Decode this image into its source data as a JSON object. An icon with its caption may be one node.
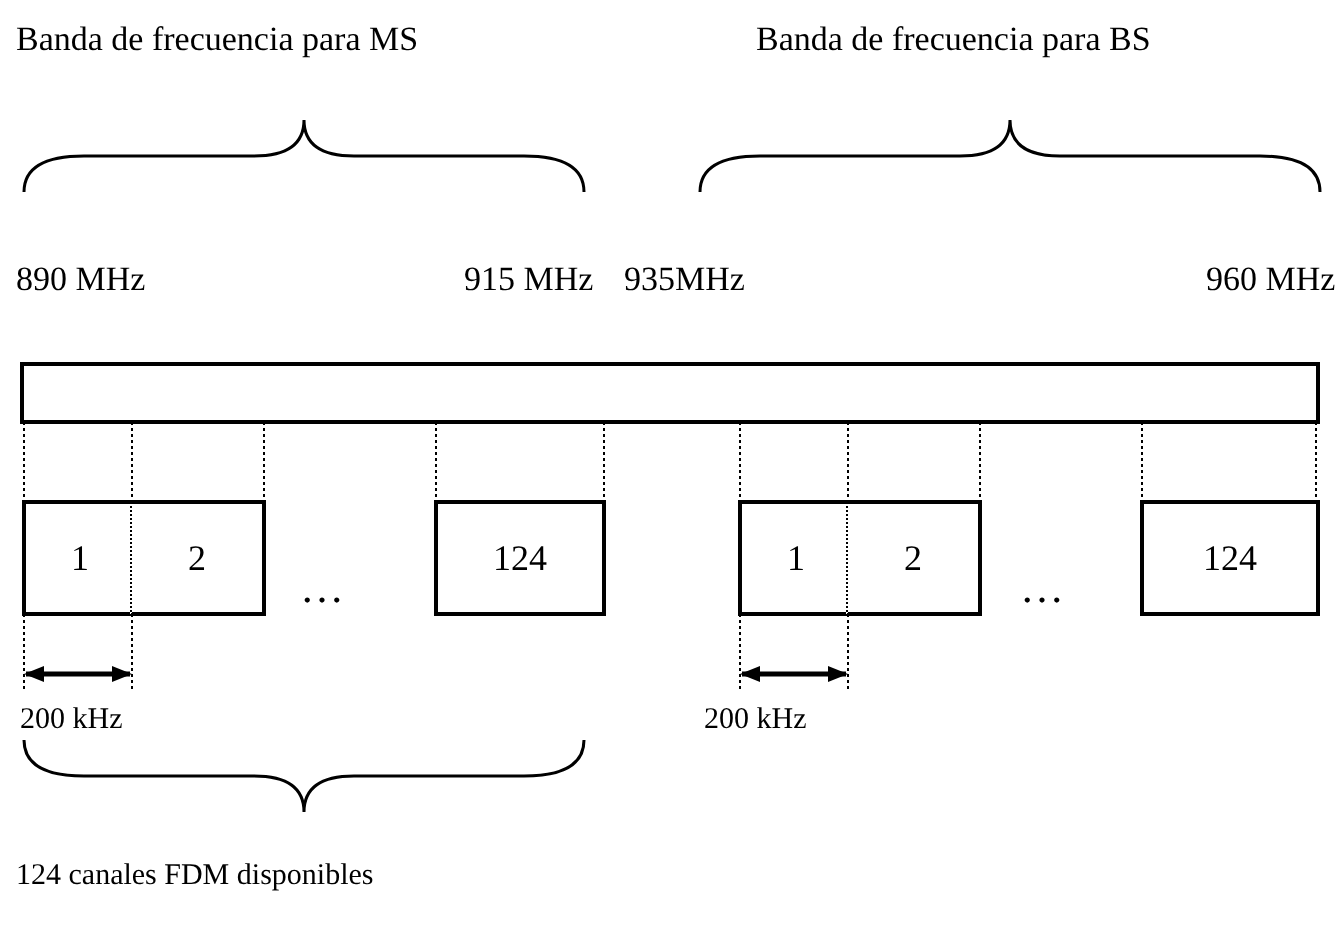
{
  "diagram": {
    "nodes": [
      {
        "text": [],
        "shape": "bar"
      },
      {
        "text": [
          "1"
        ]
      },
      {
        "text": [
          "2"
        ]
      },
      {
        "text": [
          "124"
        ]
      },
      {
        "text": [
          "1"
        ]
      },
      {
        "text": [
          "2"
        ]
      },
      {
        "text": [
          "124"
        ]
      }
    ],
    "labels": [
      "Banda de frecuencia para MS",
      "Banda de frecuencia para BS",
      "890 MHz",
      "915 MHz",
      "935MHz",
      "960 MHz",
      "…",
      "…",
      "200 kHz",
      "200 kHz",
      "124 canales FDM disponibles"
    ]
  }
}
